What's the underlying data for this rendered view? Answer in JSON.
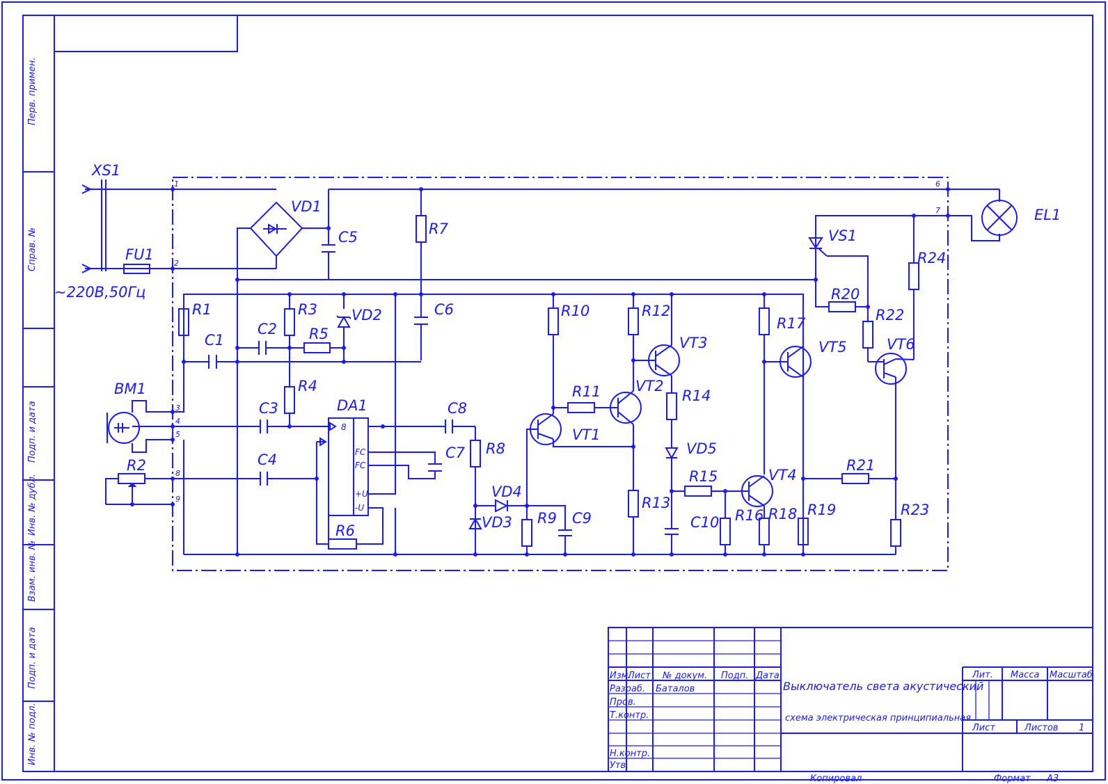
{
  "side_stamps": [
    "Перв. примен.",
    "Справ. №",
    "Подп. и дата",
    "Инв. № дубл.",
    "Взам. инв. №",
    "Подп. и дата",
    "Инв. № подл."
  ],
  "supply_label": "~220В,50Гц",
  "labels": {
    "XS1": "XS1",
    "FU1": "FU1",
    "VD1": "VD1",
    "C5": "C5",
    "R7": "R7",
    "EL1": "EL1",
    "VS1": "VS1",
    "R24": "R24",
    "R20": "R20",
    "R22": "R22",
    "VT6": "VT6",
    "R1": "R1",
    "C1": "C1",
    "C2": "C2",
    "R3": "R3",
    "R5": "R5",
    "VD2": "VD2",
    "C6": "C6",
    "R10": "R10",
    "R12": "R12",
    "VT3": "VT3",
    "R17": "R17",
    "VT5": "VT5",
    "BM1": "BM1",
    "R4": "R4",
    "C3": "C3",
    "DA1": "DA1",
    "C8": "C8",
    "R11": "R11",
    "VT2": "VT2",
    "R14": "R14",
    "C7": "C7",
    "R8": "R8",
    "VT1": "VT1",
    "VD5": "VD5",
    "R2": "R2",
    "C4": "C4",
    "VD4": "VD4",
    "R15": "R15",
    "VT4": "VT4",
    "R21": "R21",
    "VD3": "VD3",
    "R9": "R9",
    "C9": "C9",
    "R13": "R13",
    "C10": "C10",
    "R16": "R16",
    "R18": "R18",
    "R19": "R19",
    "R23": "R23",
    "R6": "R6"
  },
  "pins": {
    "p1": "1",
    "p2": "2",
    "p3": "3",
    "p4": "4",
    "p5": "5",
    "p8": "8",
    "p9": "9",
    "p6": "6",
    "p7": "7"
  },
  "da1_pins": {
    "b": "8",
    "fc1": "FC",
    "fc2": "FC",
    "vp": "+U",
    "vn": "-U"
  },
  "title_block": {
    "col_izm": "Изм.",
    "col_list": "Лист",
    "col_doc": "№ докум.",
    "col_podp": "Подп.",
    "col_data": "Дата",
    "razrab": "Разраб.",
    "razrab_name": "Баталов",
    "prov": "Пров.",
    "tkontr": "Т.контр.",
    "nkontr": "Н.контр.",
    "utv": "Утв.",
    "title": "Выключатель света акустический",
    "subtitle": "схема электрическая принципиальная",
    "lit": "Лит.",
    "massa": "Масса",
    "masshtab": "Масштаб",
    "list": "Лист",
    "listov": "Листов",
    "listov_val": "1",
    "kopiroval": "Копировал",
    "format": "Формат",
    "format_val": "А3"
  }
}
